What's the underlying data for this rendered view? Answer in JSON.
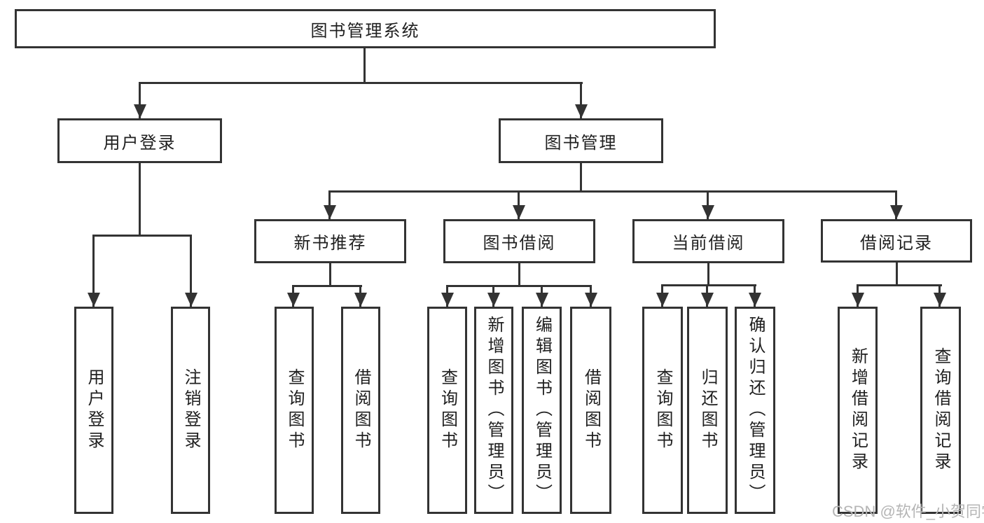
{
  "diagram_type": "hierarchy-chart",
  "colors": {
    "line": "#333333",
    "box_border": "#333333",
    "box_fill": "#ffffff",
    "text": "#1f1f1f",
    "watermark": "#b5b5b5",
    "background": "#ffffff"
  },
  "tree": {
    "root": {
      "label": "图书管理系统",
      "children": [
        {
          "label": "用户登录",
          "children": [
            {
              "label": "用户登录"
            },
            {
              "label": "注销登录"
            }
          ]
        },
        {
          "label": "图书管理",
          "children": [
            {
              "label": "新书推荐",
              "children": [
                {
                  "label": "查询图书"
                },
                {
                  "label": "借阅图书"
                }
              ]
            },
            {
              "label": "图书借阅",
              "children": [
                {
                  "label": "查询图书"
                },
                {
                  "label": "新增图书（管理员）"
                },
                {
                  "label": "编辑图书（管理员）"
                },
                {
                  "label": "借阅图书"
                }
              ]
            },
            {
              "label": "当前借阅",
              "children": [
                {
                  "label": "查询图书"
                },
                {
                  "label": "归还图书"
                },
                {
                  "label": "确认归还（管理员）"
                }
              ]
            },
            {
              "label": "借阅记录",
              "children": [
                {
                  "label": "新增借阅记录"
                },
                {
                  "label": "查询借阅记录"
                }
              ]
            }
          ]
        }
      ]
    }
  },
  "watermark": {
    "text": "CSDN @软件_小贺同学"
  }
}
